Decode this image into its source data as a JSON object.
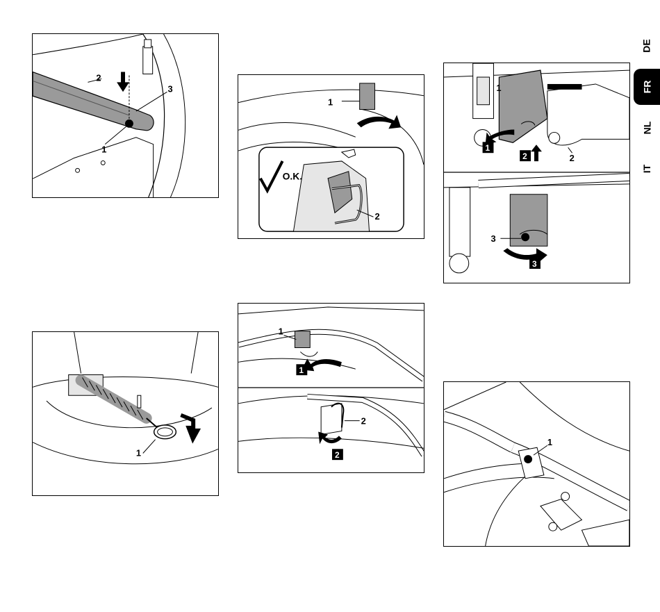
{
  "language_tabs": [
    {
      "label": "DE",
      "active": false
    },
    {
      "label": "FR",
      "active": true
    },
    {
      "label": "NL",
      "active": false
    },
    {
      "label": "IT",
      "active": false
    }
  ],
  "fig1": {
    "callouts": [
      "1",
      "2",
      "3"
    ]
  },
  "fig2": {
    "callouts": [
      "1"
    ]
  },
  "fig3": {
    "callouts": [
      "1",
      "2"
    ],
    "check_text": "O.K."
  },
  "fig4": {
    "callouts": [
      "1",
      "2"
    ],
    "steps": [
      "1",
      "2"
    ]
  },
  "fig5": {
    "callouts": [
      "1",
      "2",
      "3"
    ],
    "steps": [
      "1",
      "2",
      "3"
    ]
  },
  "fig6": {
    "callouts": [
      "1"
    ]
  },
  "colors": {
    "line": "#000000",
    "fill_gray": "#9a9a9a",
    "fill_light": "#e6e6e6",
    "tab_active": "#000000"
  }
}
